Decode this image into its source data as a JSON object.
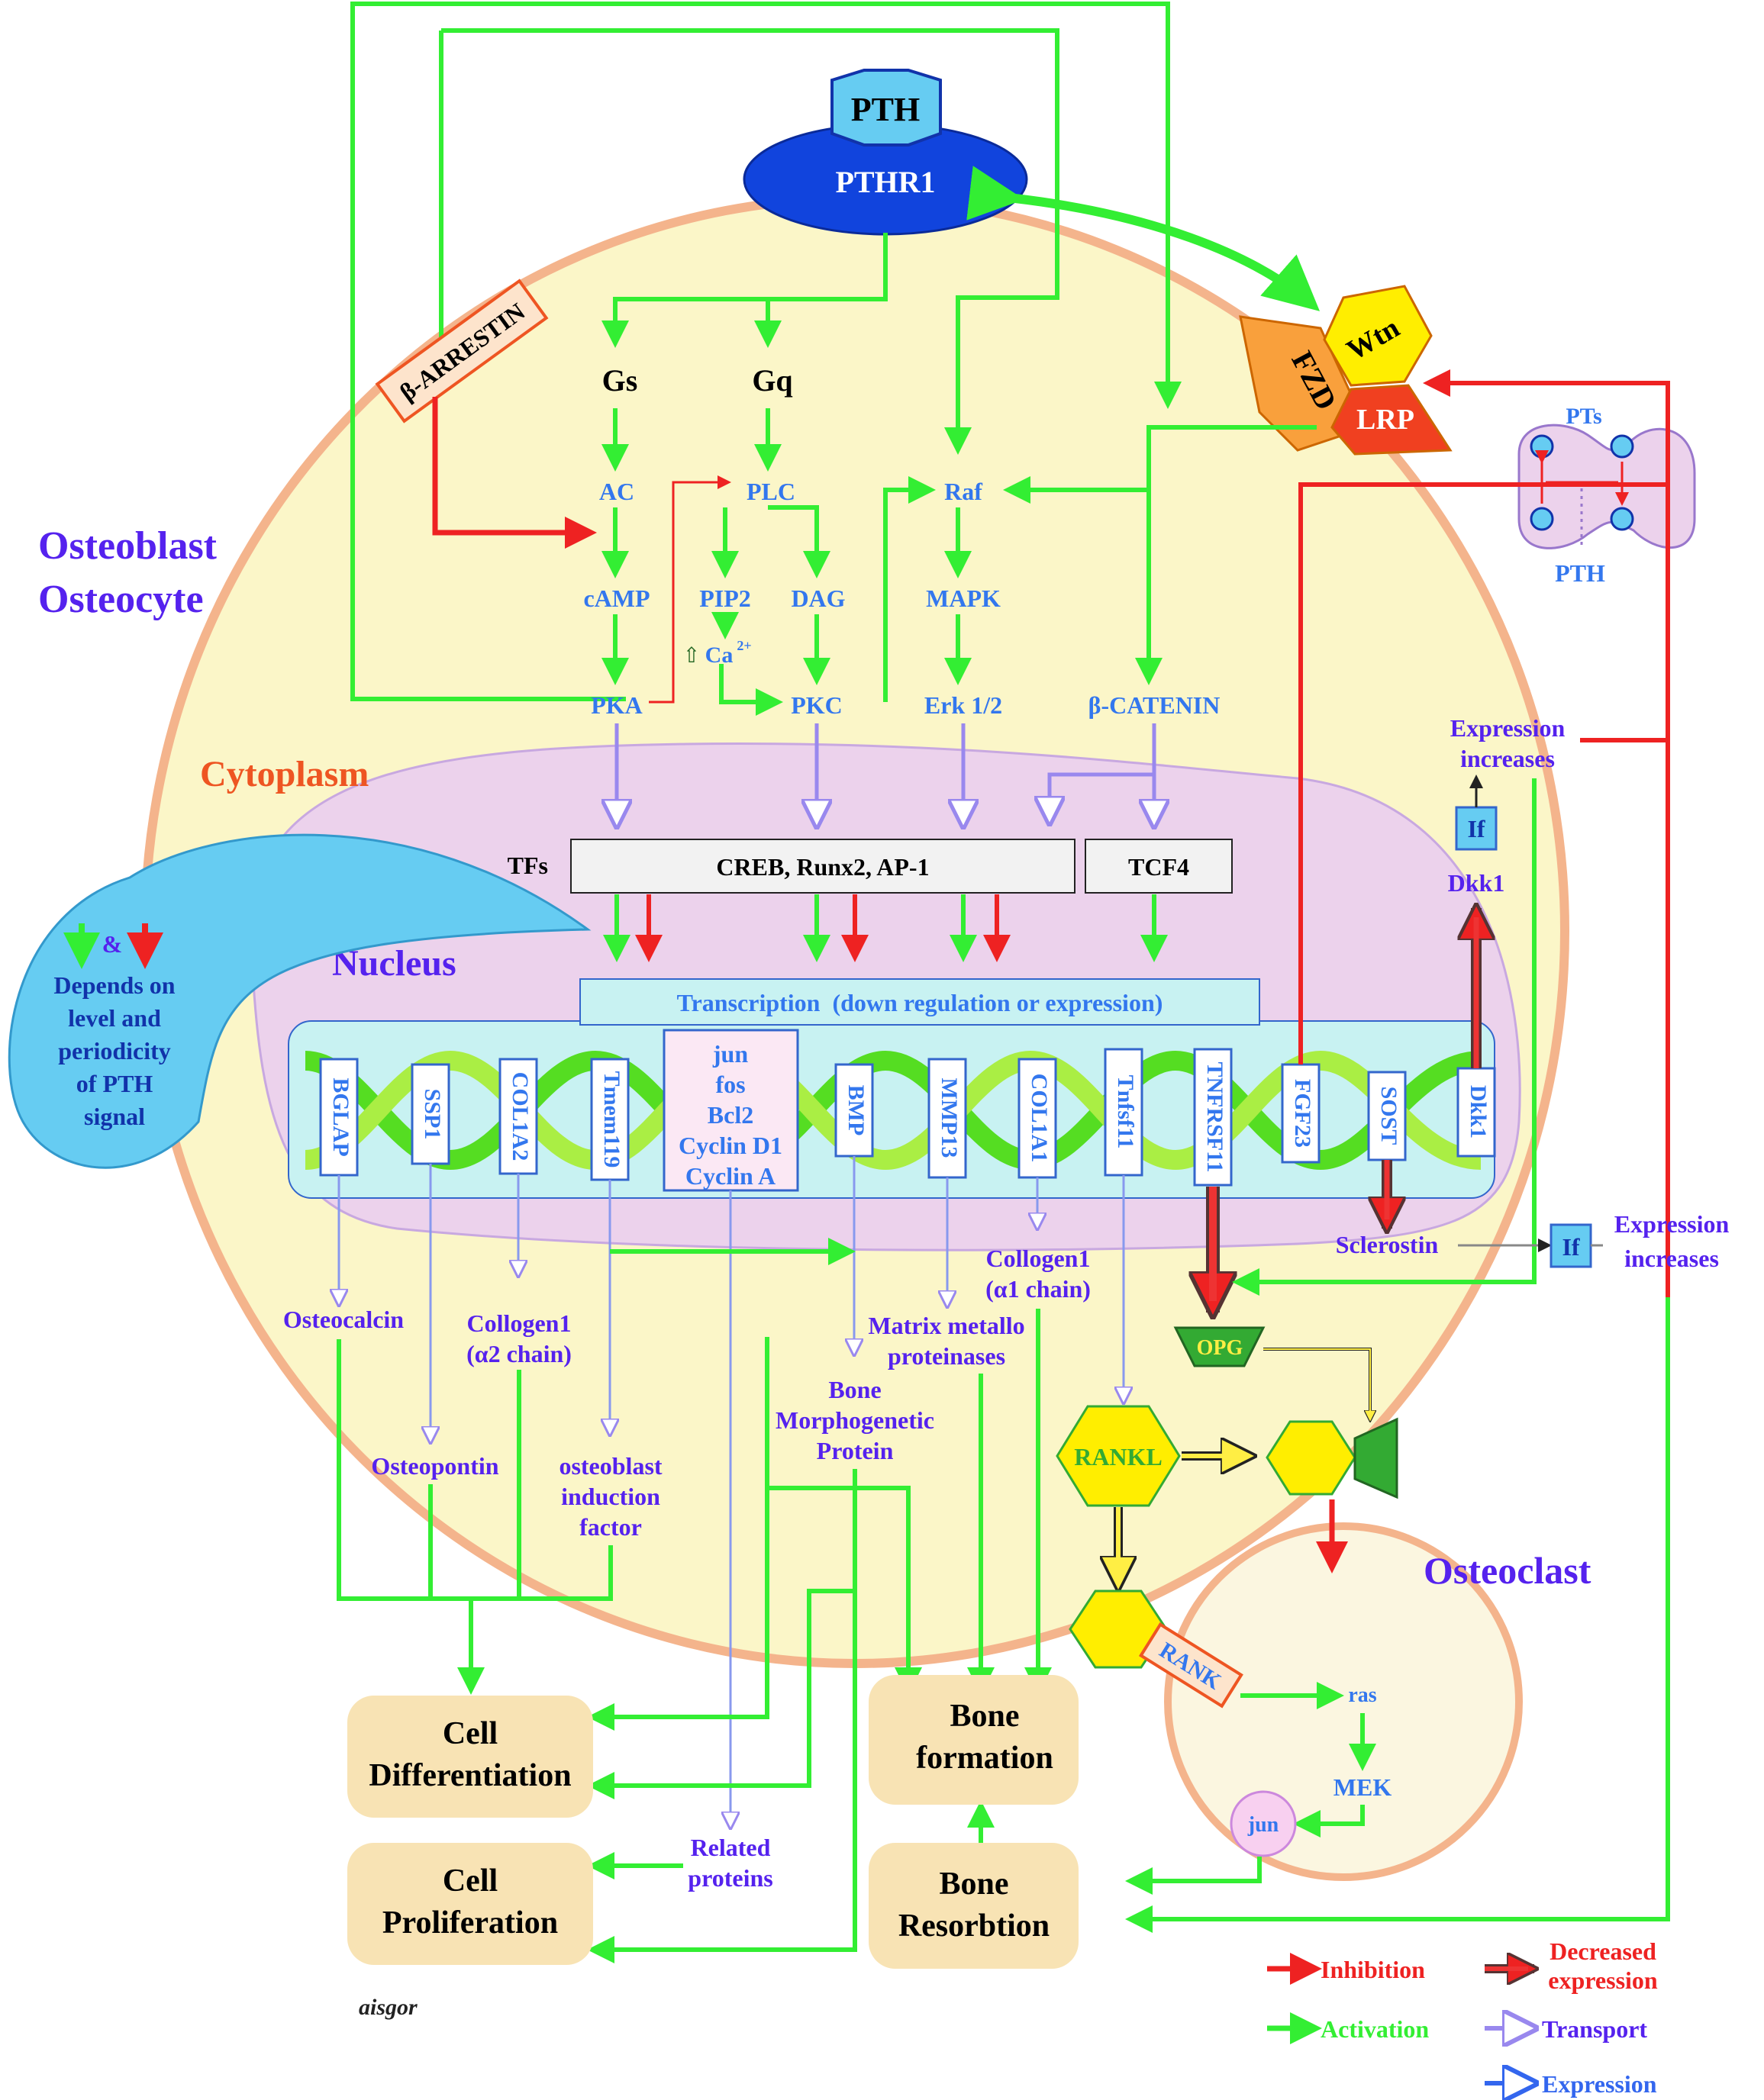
{
  "colors": {
    "activation": "#33ee33",
    "inhibition": "#ee2222",
    "transport": "#9988ee",
    "expression": "#3366ee",
    "label_blue": "#3377ee",
    "label_purple": "#6633ee",
    "cytoplasm_fill": "#fbf6c8",
    "cell_outline": "#f4b48c",
    "nucleus_fill": "#ecd2ec",
    "dna_band": "#c8f2f2",
    "osteoclast_fill": "#fbf6e0",
    "outcome_fill": "#f8e3b4",
    "speech_bubble": "#66ccf2"
  },
  "receptor": {
    "ligand": "PTH",
    "receptor": "PTHR1"
  },
  "cell_labels": {
    "osteoblast_line1": "Osteoblast",
    "osteoblast_line2": "Osteocyte",
    "cytoplasm": "Cytoplasm",
    "nucleus": "Nucleus",
    "osteoclast": "Osteoclast"
  },
  "wnt_complex": {
    "fzd": "FZD",
    "wnt": "Wtn",
    "lrp": "LRP"
  },
  "parathyroid": {
    "top": "PTs",
    "bottom": "PTH"
  },
  "arrestin": "β-ARRESTIN",
  "signaling": {
    "gs": "Gs",
    "gq": "Gq",
    "ac": "AC",
    "plc": "PLC",
    "raf": "Raf",
    "camp": "cAMP",
    "pip2": "PIP2",
    "dag": "DAG",
    "mapk": "MAPK",
    "ca_arrow": "⇧",
    "ca": "Ca",
    "ca_sup": "2+",
    "pka": "PKA",
    "pkc": "PKC",
    "erk": "Erk 1/2",
    "catenin": "β-CATENIN"
  },
  "transcription_factors": {
    "tfs": "TFs",
    "creb": "CREB, Runx2, AP-1",
    "tcf4": "TCF4"
  },
  "transcription_label": "Transcription  (down regulation or expression)",
  "bubble": {
    "amp": "&",
    "line1": "Depends on",
    "line2": "level and",
    "line3": "periodicity",
    "line4": "of PTH",
    "line5": "signal"
  },
  "genes": [
    "BGLAP",
    "SSP1",
    "COL1A2",
    "Tmem119",
    "BMP",
    "MMP13",
    "COL1A1",
    "Tnfsf11",
    "TNFRSF11",
    "FGF23",
    "SOST",
    "Dkk1"
  ],
  "gene_box_lines": [
    "jun",
    "fos",
    "Bcl2",
    "Cyclin D1",
    "Cyclin A"
  ],
  "products": {
    "osteocalcin": "Osteocalcin",
    "collagen1_a2_line1": "Collogen1",
    "collagen1_a2_line2": "(α2 chain)",
    "collagen1_a1_line1": "Collogen1",
    "collagen1_a1_line2": "(α1 chain)",
    "osteopontin": "Osteopontin",
    "oif_line1": "osteoblast",
    "oif_line2": "induction",
    "oif_line3": "factor",
    "mmp_line1": "Matrix metallo",
    "mmp_line2": "proteinases",
    "bmp_line1": "Bone",
    "bmp_line2": "Morphogenetic",
    "bmp_line3": "Protein",
    "related_line1": "Related",
    "related_line2": "proteins",
    "sclerostin": "Sclerostin",
    "dkk1": "Dkk1",
    "if_label": "If",
    "expr_line1": "Expression",
    "expr_line2": "increases"
  },
  "osteoclast_pathway": {
    "opg": "OPG",
    "rankl": "RANKL",
    "rank": "RANK",
    "ras": "ras",
    "mek": "MEK",
    "jun": "jun"
  },
  "outcomes": {
    "diff_line1": "Cell",
    "diff_line2": "Differentiation",
    "prolif_line1": "Cell",
    "prolif_line2": "Proliferation",
    "form_line1": "Bone",
    "form_line2": "formation",
    "resorb_line1": "Bone",
    "resorb_line2": "Resorbtion"
  },
  "legend": {
    "inhibition": "Inhibition",
    "activation": "Activation",
    "decreased_line1": "Decreased",
    "decreased_line2": "expression",
    "transport": "Transport",
    "expression": "Expression"
  },
  "signature": "aisgor"
}
